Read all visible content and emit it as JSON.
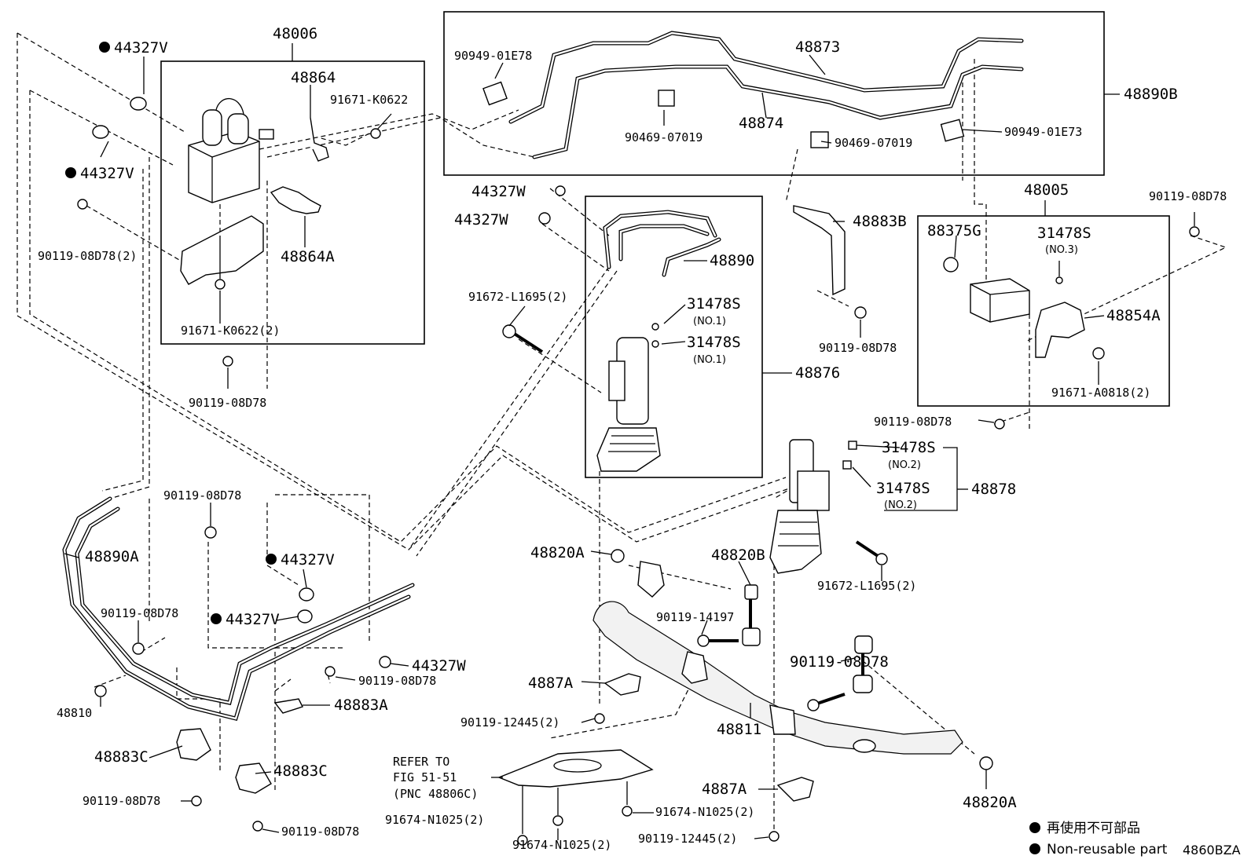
{
  "legend": {
    "non_reusable_jp": "再使用不可部品",
    "non_reusable_en": "Non-reusable part"
  },
  "diagram_code": "4860BZA",
  "refer_note": {
    "line1": "REFER TO",
    "line2": "FIG 51-51",
    "line3": "(PNC 48806C)"
  },
  "boxes": {
    "b48006": "48006",
    "b48890B": "48890B",
    "b48005": "48005",
    "b48876": "48876",
    "b48878": "48878"
  },
  "labels": [
    {
      "id": "44327V-a",
      "text": "44327V",
      "dot": true
    },
    {
      "id": "44327V-b",
      "text": "44327V",
      "dot": true
    },
    {
      "id": "44327V-c",
      "text": "44327V",
      "dot": true
    },
    {
      "id": "44327V-d",
      "text": "44327V",
      "dot": true
    },
    {
      "id": "48864",
      "text": "48864"
    },
    {
      "id": "91671-K0622",
      "text": "91671-K0622"
    },
    {
      "id": "90119-08D78-2-a",
      "text": "90119-08D78(2)"
    },
    {
      "id": "48864A",
      "text": "48864A"
    },
    {
      "id": "91671-K0622-2",
      "text": "91671-K0622(2)"
    },
    {
      "id": "90119-08D78-a",
      "text": "90119-08D78"
    },
    {
      "id": "90949-01E78",
      "text": "90949-01E78"
    },
    {
      "id": "48873",
      "text": "48873"
    },
    {
      "id": "48874",
      "text": "48874"
    },
    {
      "id": "90469-07019-a",
      "text": "90469-07019"
    },
    {
      "id": "90469-07019-b",
      "text": "90469-07019"
    },
    {
      "id": "90949-01E73",
      "text": "90949-01E73"
    },
    {
      "id": "44327W-a",
      "text": "44327W"
    },
    {
      "id": "44327W-b",
      "text": "44327W"
    },
    {
      "id": "44327W-c",
      "text": "44327W"
    },
    {
      "id": "48890",
      "text": "48890"
    },
    {
      "id": "91672-L1695-2-a",
      "text": "91672-L1695(2)"
    },
    {
      "id": "31478S-a",
      "text": "31478S"
    },
    {
      "id": "31478S-b",
      "text": "31478S"
    },
    {
      "id": "no1-a",
      "text": "(NO.1)"
    },
    {
      "id": "no1-b",
      "text": "(NO.1)"
    },
    {
      "id": "48883B",
      "text": "48883B"
    },
    {
      "id": "90119-08D78-b",
      "text": "90119-08D78"
    },
    {
      "id": "88375G",
      "text": "88375G"
    },
    {
      "id": "31478S-c",
      "text": "31478S"
    },
    {
      "id": "no3",
      "text": "(NO.3)"
    },
    {
      "id": "90119-08D78-c",
      "text": "90119-08D78"
    },
    {
      "id": "48854A",
      "text": "48854A"
    },
    {
      "id": "91671-A0818-2",
      "text": "91671-A0818(2)"
    },
    {
      "id": "90119-08D78-d",
      "text": "90119-08D78"
    },
    {
      "id": "31478S-d",
      "text": "31478S"
    },
    {
      "id": "no2-a",
      "text": "(NO.2)"
    },
    {
      "id": "31478S-e",
      "text": "31478S"
    },
    {
      "id": "no2-b",
      "text": "(NO.2)"
    },
    {
      "id": "90119-08D78-e",
      "text": "90119-08D78"
    },
    {
      "id": "48890A",
      "text": "48890A"
    },
    {
      "id": "48820A-a",
      "text": "48820A"
    },
    {
      "id": "48820B",
      "text": "48820B"
    },
    {
      "id": "91672-L1695-2-b",
      "text": "91672-L1695(2)"
    },
    {
      "id": "90119-08D78-f",
      "text": "90119-08D78"
    },
    {
      "id": "90119-14197",
      "text": "90119-14197"
    },
    {
      "id": "48810",
      "text": "48810"
    },
    {
      "id": "90119-08D78-g",
      "text": "90119-08D78"
    },
    {
      "id": "90119-08D78-h",
      "text": "90119-08D78"
    },
    {
      "id": "4887A-a",
      "text": "4887A"
    },
    {
      "id": "48883A",
      "text": "48883A"
    },
    {
      "id": "90119-12445-2-a",
      "text": "90119-12445(2)"
    },
    {
      "id": "48811",
      "text": "48811"
    },
    {
      "id": "48883C-a",
      "text": "48883C"
    },
    {
      "id": "48883C-b",
      "text": "48883C"
    },
    {
      "id": "90119-08D78-i",
      "text": "90119-08D78"
    },
    {
      "id": "90119-08D78-j",
      "text": "90119-08D78"
    },
    {
      "id": "91674-N1025-2-a",
      "text": "91674-N1025(2)"
    },
    {
      "id": "91674-N1025-2-b",
      "text": "91674-N1025(2)"
    },
    {
      "id": "91674-N1025-2-c",
      "text": "91674-N1025(2)"
    },
    {
      "id": "4887A-b",
      "text": "4887A"
    },
    {
      "id": "48820A-b",
      "text": "48820A"
    },
    {
      "id": "90119-12445-2-b",
      "text": "90119-12445(2)"
    }
  ]
}
